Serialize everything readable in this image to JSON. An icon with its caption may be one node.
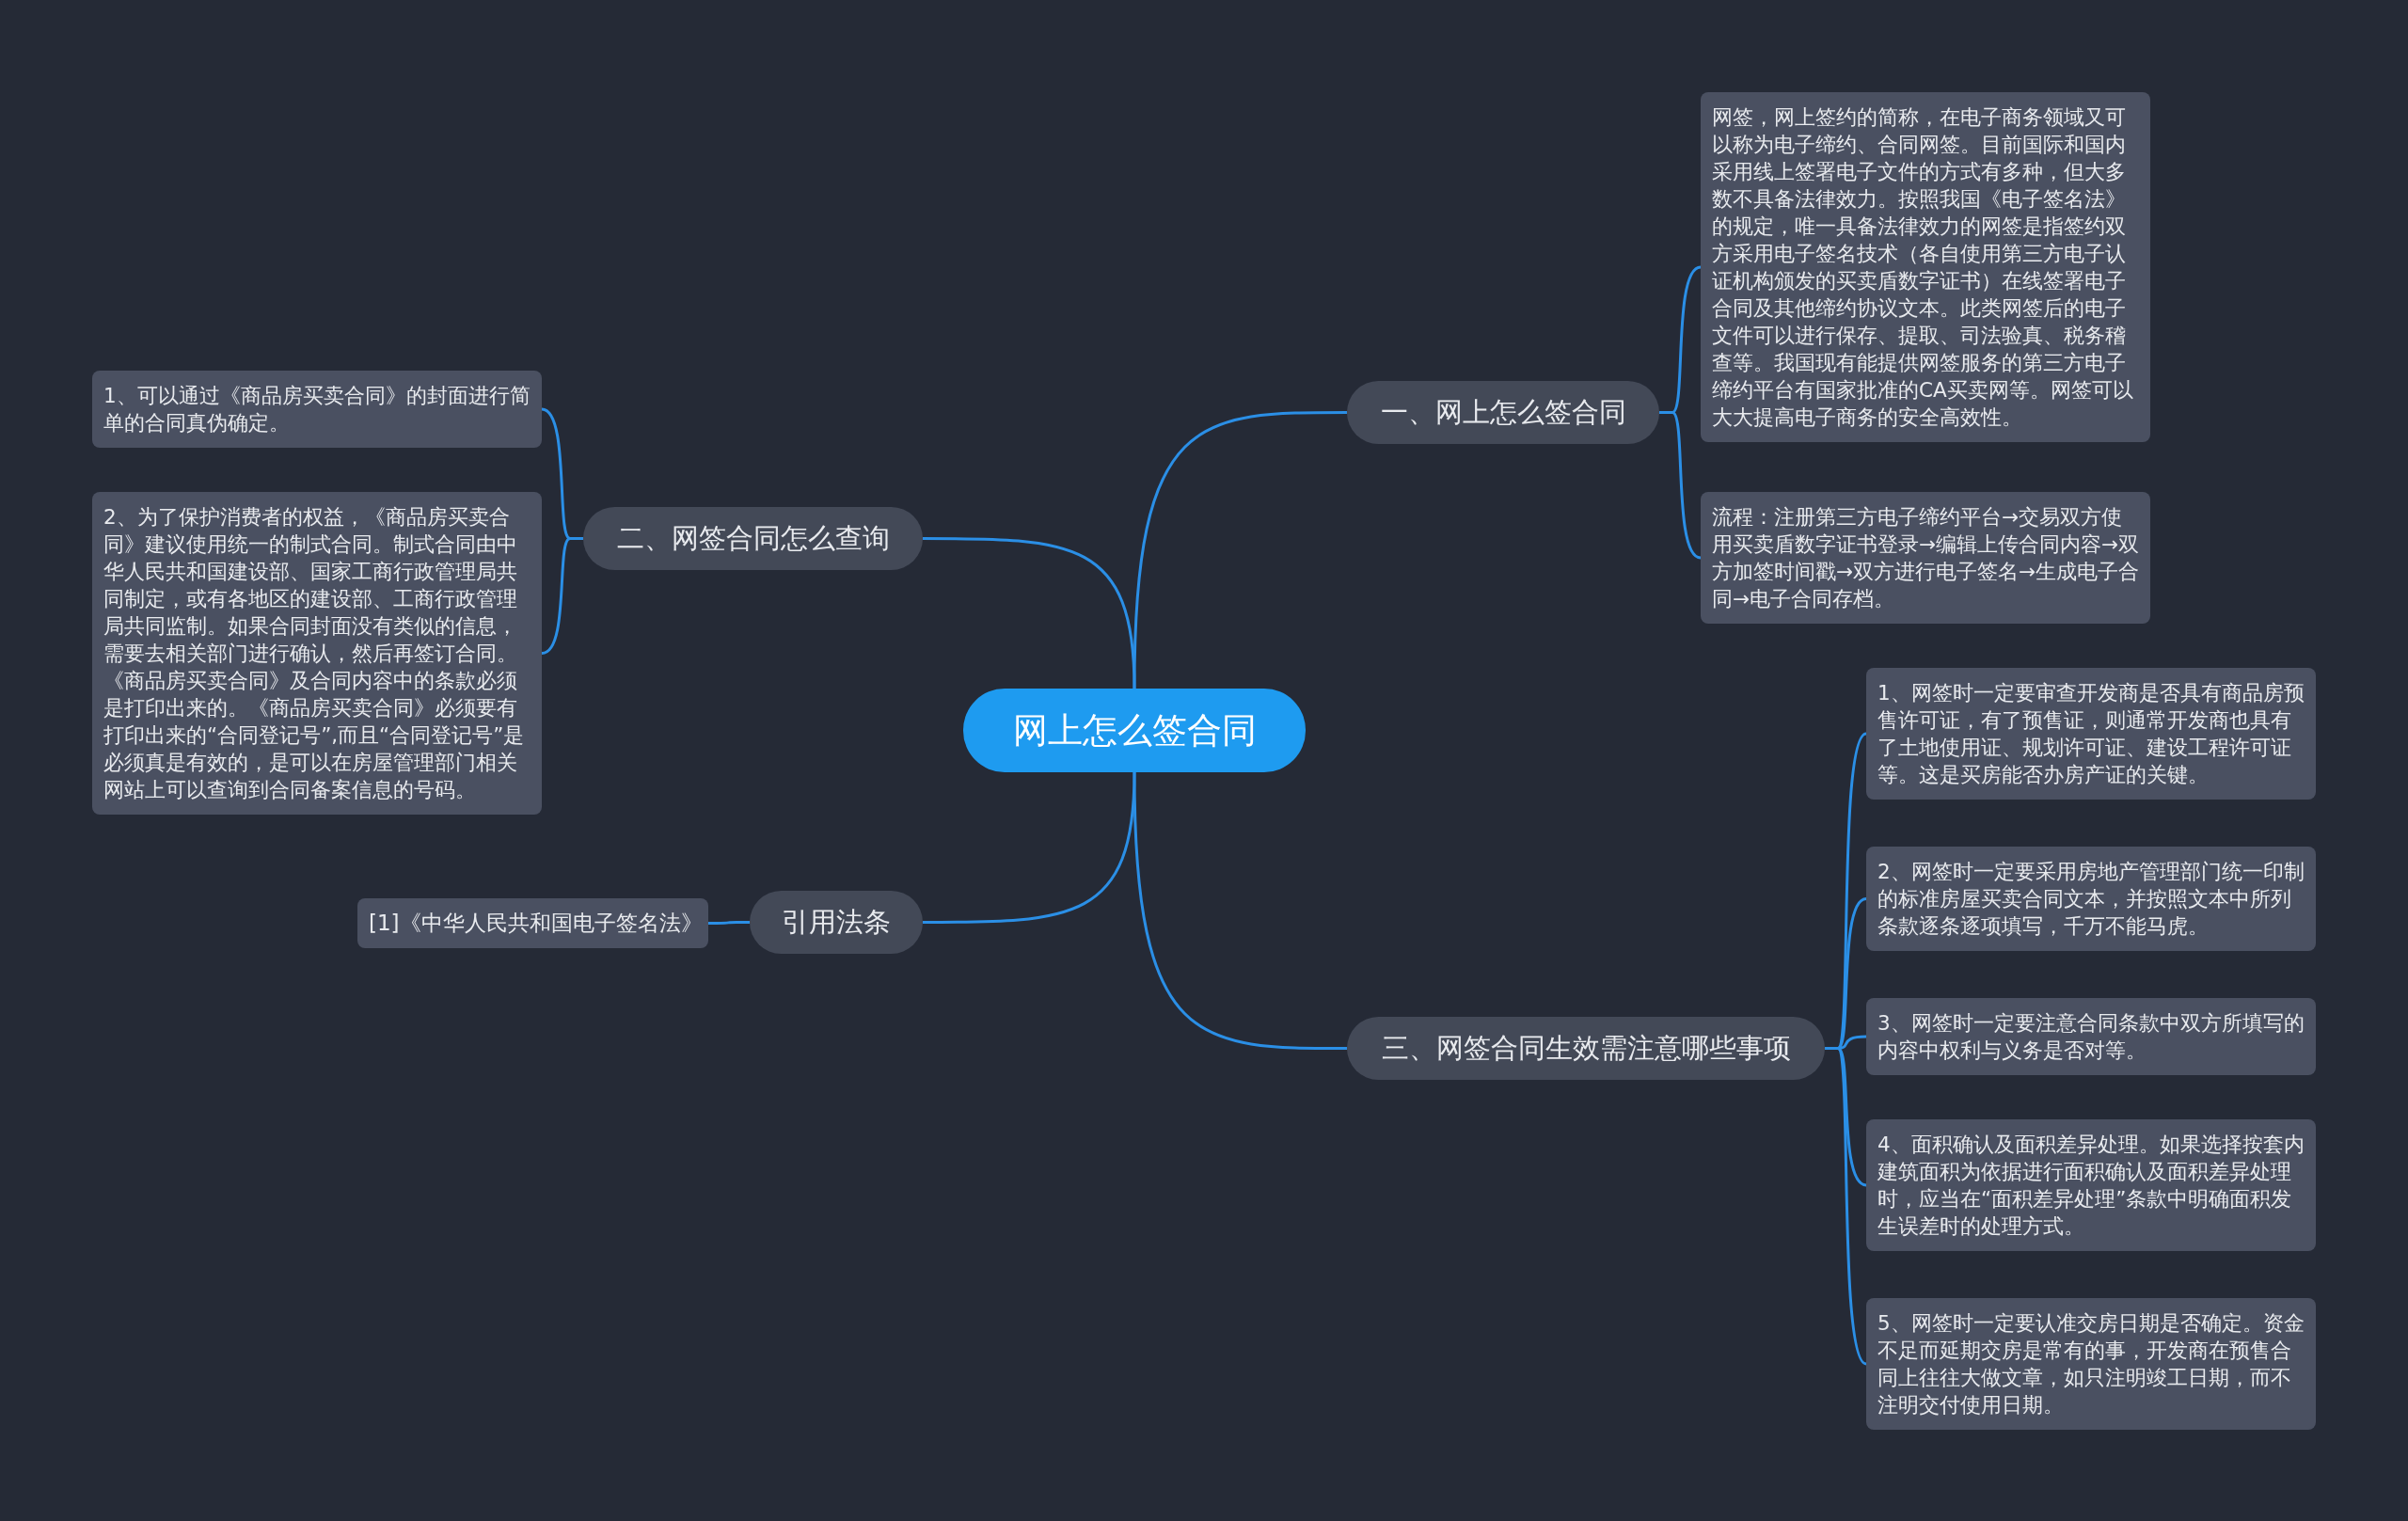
{
  "diagram": {
    "nodes": [
      {
        "text": [
          "网上怎么签合同"
        ]
      },
      {
        "text": [
          "一、网上怎么签合同"
        ]
      },
      {
        "text": [
          "网签，网上签约的简称，在电子商务领域又可以称为电子缔约、合同网签。目前国际和国内采用线上签署电子文件的方式有多种，但大多数不具备法律效力。按照我国《电子签名法》的规定，唯一具备法律效力的网签是指签约双方采用电子签名技术（各自使用第三方电子认证机构颁发的买卖盾数字证书）在线签署电子合同及其他缔约协议文本。此类网签后的电子文件可以进行保存、提取、司法验真、税务稽查等。我国现有能提供网签服务的第三方电子缔约平台有国家批准的CA买卖网等。网签可以大大提高电子商务的安全高效性。"
        ]
      },
      {
        "text": [
          "流程：注册第三方电子缔约平台→交易双方使用买卖盾数字证书登录→编辑上传合同内容→双方加签时间戳→双方进行电子签名→生成电子合同→电子合同存档。"
        ]
      },
      {
        "text": [
          "二、网签合同怎么查询"
        ]
      },
      {
        "text": [
          "1、可以通过《商品房买卖合同》的封面进行简单的合同真伪确定。"
        ]
      },
      {
        "text": [
          "2、为了保护消费者的权益，《商品房买卖合同》建议使用统一的制式合同。制式合同由中华人民共和国建设部、国家工商行政管理局共同制定，或有各地区的建设部、工商行政管理局共同监制。如果合同封面没有类似的信息，需要去相关部门进行确认，然后再签订合同。《商品房买卖合同》及合同内容中的条款必须是打印出来的。《商品房买卖合同》必须要有打印出来的“合同登记号”,而且“合同登记号”是必须真是有效的，是可以在房屋管理部门相关网站上可以查询到合同备案信息的号码。"
        ]
      },
      {
        "text": [
          "三、网签合同生效需注意哪些事项"
        ]
      },
      {
        "text": [
          "1、网签时一定要审查开发商是否具有商品房预售许可证，有了预售证，则通常开发商也具有了土地使用证、规划许可证、建设工程许可证等。这是买房能否办房产证的关键。"
        ]
      },
      {
        "text": [
          "2、网签时一定要采用房地产管理部门统一印制的标准房屋买卖合同文本，并按照文本中所列条款逐条逐项填写，千万不能马虎。"
        ]
      },
      {
        "text": [
          "3、网签时一定要注意合同条款中双方所填写的内容中权利与义务是否对等。"
        ]
      },
      {
        "text": [
          "4、面积确认及面积差异处理。如果选择按套内建筑面积为依据进行面积确认及面积差异处理时，应当在“面积差异处理”条款中明确面积发生误差时的处理方式。"
        ]
      },
      {
        "text": [
          "5、网签时一定要认准交房日期是否确定。资金不足而延期交房是常有的事，开发商在预售合同上往往大做文章，如只注明竣工日期，而不注明交付使用日期。"
        ]
      },
      {
        "text": [
          "引用法条"
        ]
      },
      {
        "text": [
          "[1]《中华人民共和国电子签名法》"
        ]
      }
    ],
    "edges": [
      {
        "from": 0,
        "to": 1,
        "arrow": "none"
      },
      {
        "from": 1,
        "to": 2,
        "arrow": "none"
      },
      {
        "from": 1,
        "to": 3,
        "arrow": "none"
      },
      {
        "from": 0,
        "to": 4,
        "arrow": "none"
      },
      {
        "from": 4,
        "to": 5,
        "arrow": "none"
      },
      {
        "from": 4,
        "to": 6,
        "arrow": "none"
      },
      {
        "from": 0,
        "to": 7,
        "arrow": "none"
      },
      {
        "from": 7,
        "to": 8,
        "arrow": "none"
      },
      {
        "from": 7,
        "to": 9,
        "arrow": "none"
      },
      {
        "from": 7,
        "to": 10,
        "arrow": "none"
      },
      {
        "from": 7,
        "to": 11,
        "arrow": "none"
      },
      {
        "from": 7,
        "to": 12,
        "arrow": "none"
      },
      {
        "from": 0,
        "to": 13,
        "arrow": "none"
      },
      {
        "from": 13,
        "to": 14,
        "arrow": "none"
      }
    ]
  }
}
